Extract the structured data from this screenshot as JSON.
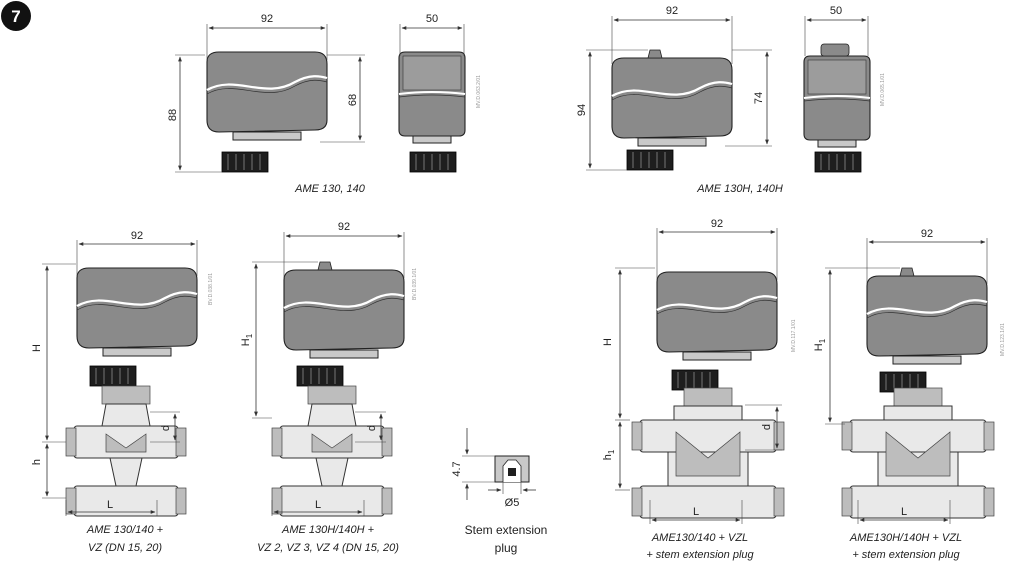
{
  "badge": "7",
  "dims": {
    "w92": "92",
    "w50": "50",
    "h88": "88",
    "h68": "68",
    "h94": "94",
    "h74": "74",
    "H": "H",
    "h": "h",
    "H1": "H",
    "H1sub": "1",
    "h1": "h",
    "h1sub": "1",
    "d": "d",
    "L": "L",
    "p47": "4.7",
    "p5": "Ø5"
  },
  "codes": {
    "c1": "MV.D.063.2/01",
    "c2": "MV.D.065.1/01",
    "c3": "BV.D.038.1/01",
    "c4": "BV.D.039.1/01",
    "c5": "MV.D.117.1/01",
    "c6": "MV.D.123.1/01"
  },
  "captions": {
    "top_left": "AME 130, 140",
    "top_right": "AME 130H, 140H",
    "b1_l1": "AME 130/140 +",
    "b1_l2": "VZ (DN 15, 20)",
    "b2_l1": "AME 130H/140H +",
    "b2_l2": "VZ 2, VZ 3, VZ 4 (DN 15, 20)",
    "b3_l1": "Stem extension",
    "b3_l2": "plug",
    "b4_l1": "AME130/140 + VZL",
    "b4_l2": "+ stem extension plug",
    "b5_l1": "AME130H/140H + VZL",
    "b5_l2": "+ stem extension plug"
  }
}
